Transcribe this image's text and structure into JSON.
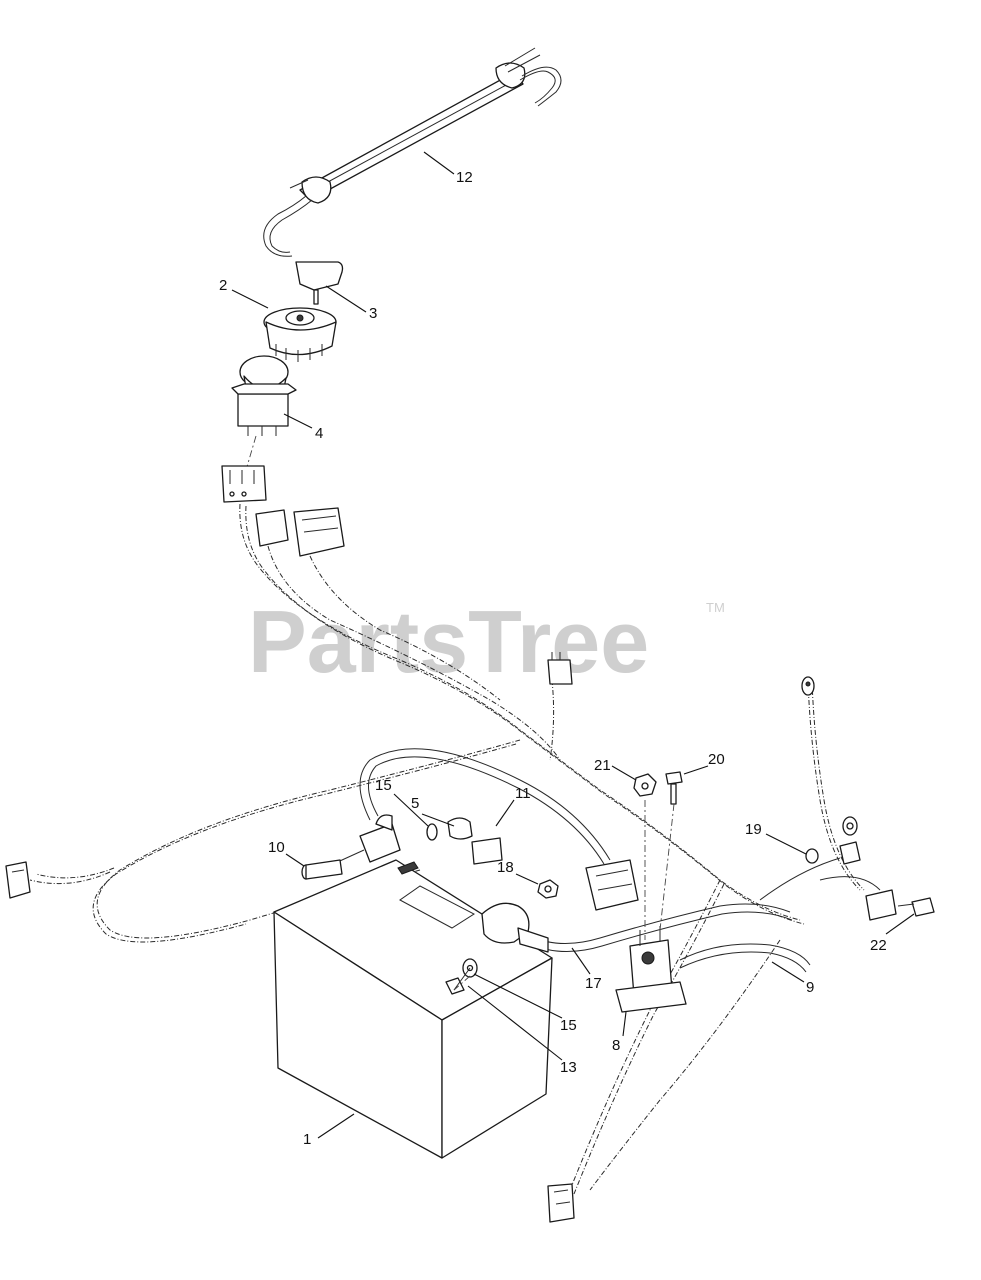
{
  "watermark": {
    "text": "PartsTree",
    "tm": "TM"
  },
  "callouts": [
    "1",
    "2",
    "3",
    "4",
    "5",
    "8",
    "9",
    "10",
    "11",
    "12",
    "13",
    "15",
    "15",
    "17",
    "18",
    "19",
    "20",
    "21",
    "22"
  ]
}
